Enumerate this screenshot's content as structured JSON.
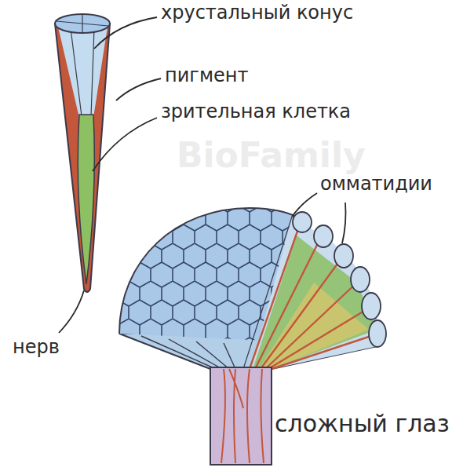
{
  "diagram": {
    "labels": [
      "хрустальный конус",
      "пигмент",
      "зрительная клетка",
      "омматидии",
      "нерв",
      "сложный глаз",
      "BioFamily"
    ]
  }
}
